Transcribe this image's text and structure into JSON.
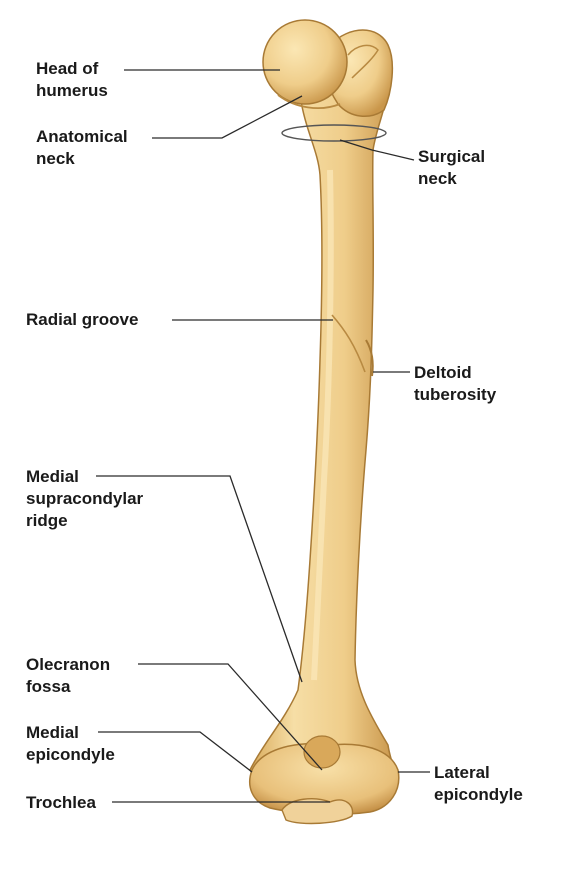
{
  "figure": {
    "colors": {
      "bone_light": "#f3d79a",
      "bone_mid": "#e9c27a",
      "bone_dark": "#c99a4c",
      "outline": "#a87a35",
      "label_text": "#1a1a1a",
      "leader_line": "#2a2a2a"
    },
    "labels": [
      {
        "id": "head-of-humerus",
        "lines": [
          "Head of",
          "humerus"
        ]
      },
      {
        "id": "anatomical-neck",
        "lines": [
          "Anatomical",
          "neck"
        ]
      },
      {
        "id": "surgical-neck",
        "lines": [
          "Surgical",
          "neck"
        ]
      },
      {
        "id": "radial-groove",
        "lines": [
          "Radial groove"
        ]
      },
      {
        "id": "deltoid-tuberosity",
        "lines": [
          "Deltoid",
          "tuberosity"
        ]
      },
      {
        "id": "medial-supracondylar-ridge",
        "lines": [
          "Medial",
          "supracondylar",
          "ridge"
        ]
      },
      {
        "id": "olecranon-fossa",
        "lines": [
          "Olecranon",
          "fossa"
        ]
      },
      {
        "id": "medial-epicondyle",
        "lines": [
          "Medial",
          "epicondyle"
        ]
      },
      {
        "id": "trochlea",
        "lines": [
          "Trochlea"
        ]
      },
      {
        "id": "lateral-epicondyle",
        "lines": [
          "Lateral",
          "epicondyle"
        ]
      }
    ]
  }
}
